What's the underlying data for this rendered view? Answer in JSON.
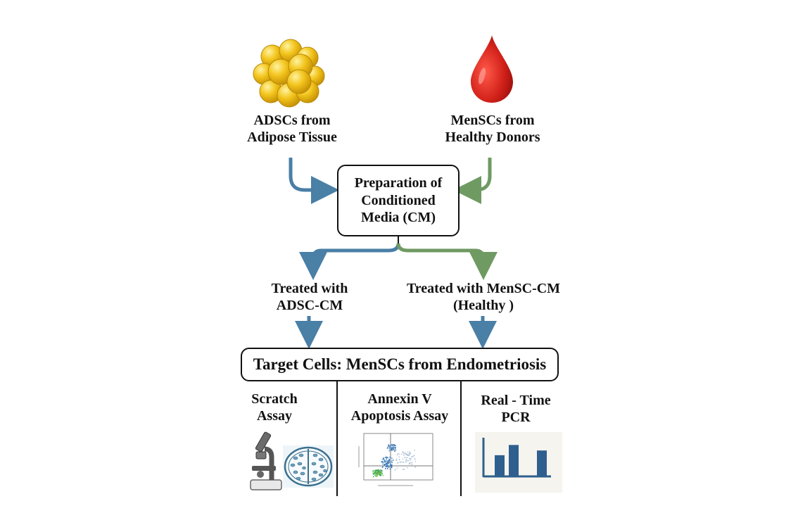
{
  "colors": {
    "blue_arrow": "#4a7fa6",
    "green_arrow": "#6f9a62",
    "text": "#111111",
    "pcr_bar": "#2f5f8e",
    "adipose": "#f1c21b",
    "blood": "#cc1f1a"
  },
  "sources": [
    {
      "icon": "adipose-cells-icon",
      "line1": "ADSCs from",
      "line2": "Adipose Tissue"
    },
    {
      "icon": "blood-drop-icon",
      "line1": "MenSCs from",
      "line2": "Healthy Donors"
    }
  ],
  "preparation": {
    "line1": "Preparation of",
    "line2": "Conditioned",
    "line3": "Media (CM)"
  },
  "treatments": [
    {
      "line1": "Treated with",
      "line2": "ADSC-CM"
    },
    {
      "line1": "Treated with MenSC-CM",
      "line2": "(Healthy )"
    }
  ],
  "target": {
    "label": "Target Cells: MenSCs from Endometriosis"
  },
  "assays": [
    {
      "line1": "Scratch",
      "line2": "Assay",
      "icons": [
        "microscope-icon",
        "scratch-dish-icon"
      ]
    },
    {
      "line1": "Annexin V",
      "line2": "Apoptosis Assay",
      "icons": [
        "flow-cytometry-plot-icon"
      ]
    },
    {
      "line1": "Real - Time",
      "line2": "PCR",
      "icons": [
        "bar-chart-icon"
      ]
    }
  ],
  "pcr_icon_bars": [
    0.52,
    0.78,
    0.64
  ]
}
